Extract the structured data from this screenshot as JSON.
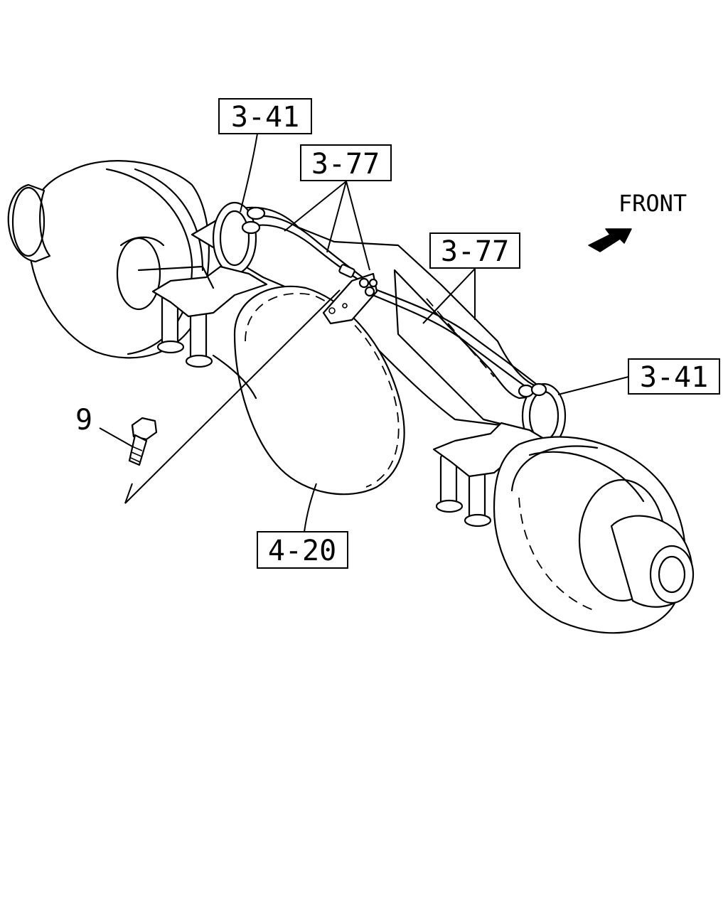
{
  "callouts": {
    "c1": "3-41",
    "c2": "3-77",
    "c3": "3-77",
    "c4": "3-41",
    "c5": "4-20",
    "c6": "9"
  },
  "direction": {
    "label": "FRONT",
    "icon": "arrow-icon"
  }
}
